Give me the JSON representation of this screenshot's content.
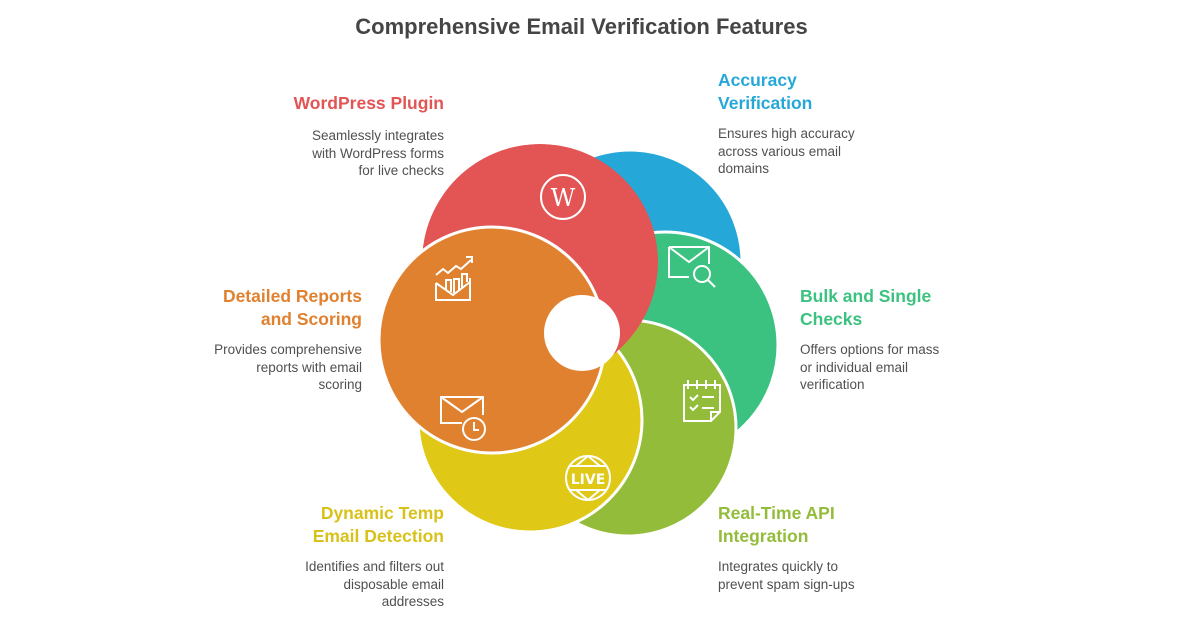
{
  "title": "Comprehensive Email Verification Features",
  "colors": {
    "wordpress": "#E35454",
    "accuracy": "#25A8D8",
    "bulk": "#3CC280",
    "realtime": "#93BC3A",
    "temp": "#E0C817",
    "reports": "#E0812F",
    "text": "#505050",
    "title": "#454545"
  },
  "features": [
    {
      "id": "wordpress",
      "title_lines": [
        "WordPress Plugin"
      ],
      "desc_lines": [
        "Seamlessly integrates",
        "with WordPress forms",
        "for live checks"
      ],
      "icon": "wordpress-icon"
    },
    {
      "id": "accuracy",
      "title_lines": [
        "Accuracy",
        "Verification"
      ],
      "desc_lines": [
        "Ensures high accuracy",
        "across various email",
        "domains"
      ],
      "icon": "email-search-icon"
    },
    {
      "id": "bulk",
      "title_lines": [
        "Bulk and Single",
        "Checks"
      ],
      "desc_lines": [
        "Offers options for mass",
        "or individual email",
        "verification"
      ],
      "icon": "checklist-icon"
    },
    {
      "id": "realtime",
      "title_lines": [
        "Real-Time API",
        "Integration"
      ],
      "desc_lines": [
        "Integrates quickly to",
        "prevent spam sign-ups"
      ],
      "icon": "live-globe-icon"
    },
    {
      "id": "temp",
      "title_lines": [
        "Dynamic Temp",
        "Email Detection"
      ],
      "desc_lines": [
        "Identifies and filters out",
        "disposable email",
        "addresses"
      ],
      "icon": "email-clock-icon"
    },
    {
      "id": "reports",
      "title_lines": [
        "Detailed Reports",
        "and Scoring"
      ],
      "desc_lines": [
        "Provides comprehensive",
        "reports with email",
        "scoring"
      ],
      "icon": "email-chart-icon"
    }
  ],
  "icon_text": {
    "live": "LIVE",
    "wordpress": "W"
  }
}
